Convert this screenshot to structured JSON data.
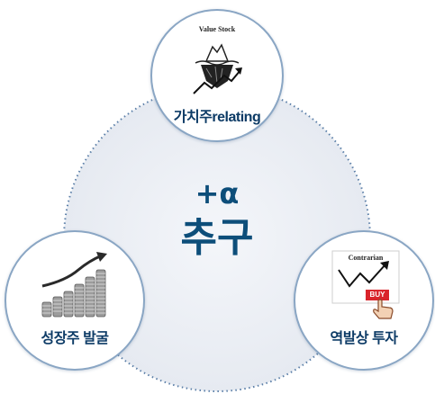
{
  "center": {
    "line1": "+α",
    "line2": "추구"
  },
  "nodes": {
    "top": {
      "label": "가치주relating",
      "icon_caption": "Value Stock",
      "icon": "iceberg-chart-icon"
    },
    "left": {
      "label": "성장주 발굴",
      "icon": "coin-stacks-growth-icon"
    },
    "right": {
      "label": "역발상 투자",
      "icon_caption": "Contrarian",
      "badge": "BUY",
      "icon": "contrarian-buy-icon"
    }
  },
  "colors": {
    "accent": "#0d4e7a",
    "node_border": "#8aa6c4",
    "ring_fill": "#eef1f6",
    "dots": "#5b7fa8",
    "buy": "#d9242b"
  }
}
